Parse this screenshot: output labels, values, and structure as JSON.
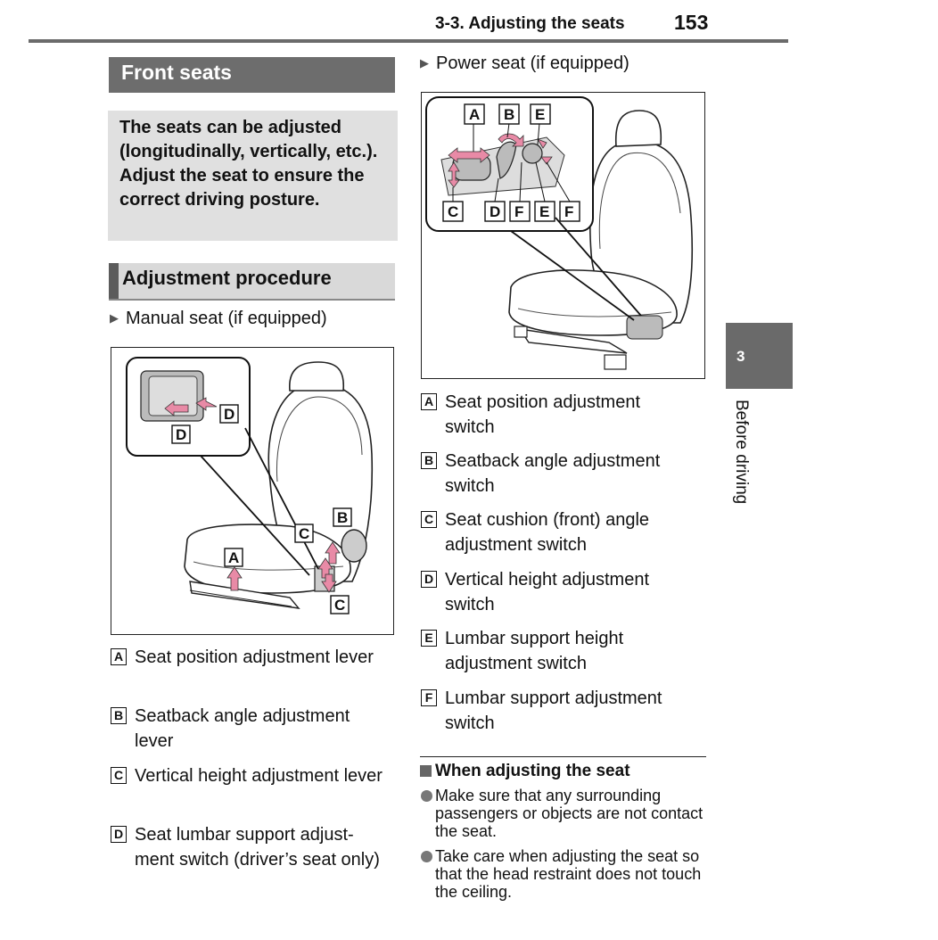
{
  "header": {
    "section": "3-3. Adjusting the seats",
    "page_number": "153"
  },
  "side_tab": {
    "chapter_number": "3",
    "chapter_title": "Before driving"
  },
  "left": {
    "front_seats_title": "Front seats",
    "intro": "The seats can be adjusted (longitudinally, vertically, etc.). Adjust the seat to ensure the correct driving posture.",
    "procedure_title": "Adjustment procedure",
    "manual_label": "Manual seat (if equipped)",
    "figure_labels": [
      "D",
      "D",
      "A",
      "B",
      "C",
      "C"
    ],
    "legend": [
      {
        "letter": "A",
        "text": "Seat position adjustment lever"
      },
      {
        "letter": "B",
        "text": "Seatback angle adjustment lever"
      },
      {
        "letter": "C",
        "text": "Vertical height adjustment lever"
      },
      {
        "letter": "D",
        "text": "Seat lumbar support adjust-ment switch (driver’s seat only)"
      }
    ]
  },
  "right": {
    "power_label": "Power seat (if equipped)",
    "figure_labels_top": [
      "A",
      "B",
      "E"
    ],
    "figure_labels_bottom": [
      "C",
      "D",
      "F",
      "E",
      "F"
    ],
    "legend": [
      {
        "letter": "A",
        "text": "Seat position adjustment switch"
      },
      {
        "letter": "B",
        "text": "Seatback angle adjustment switch"
      },
      {
        "letter": "C",
        "text": "Seat cushion (front) angle adjustment switch"
      },
      {
        "letter": "D",
        "text": "Vertical height adjustment switch"
      },
      {
        "letter": "E",
        "text": "Lumbar support height adjustment switch"
      },
      {
        "letter": "F",
        "text": "Lumbar support adjustment switch"
      }
    ],
    "note_title": "When adjusting the seat",
    "notes": [
      "Make sure that any surrounding passengers or objects are not contact the seat.",
      "Take care when adjusting the seat so that the head restraint does not touch the ceiling."
    ]
  },
  "colors": {
    "header_gray": "#6d6d6d",
    "intro_bg": "#e0e0e0",
    "arrow_pink": "#e88aa6"
  },
  "icons": {
    "marker": "triangle-right-icon",
    "note_marker": "square-icon",
    "bullet": "bullet-dot-icon"
  }
}
